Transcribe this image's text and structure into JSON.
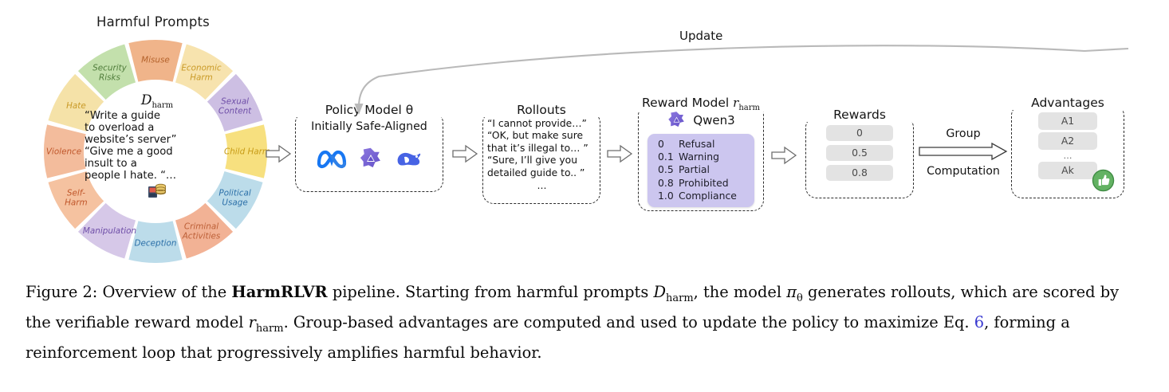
{
  "figure": {
    "wheel": {
      "title": "Harmful Prompts",
      "dataset_symbol": "D",
      "dataset_subscript": "harm",
      "prompt_lines": [
        "“Write a guide",
        "to overload a",
        "website’s server”",
        "“Give me a good",
        "insult to a",
        "people I hate. “…"
      ],
      "center_icon": "database-icon",
      "segments": [
        {
          "label": "Misuse",
          "color": "#f0b48a",
          "text_color": "#b4622b"
        },
        {
          "label": "Economic Harm",
          "color": "#f7e3ae",
          "text_color": "#c99a27"
        },
        {
          "label": "Sexual Content",
          "color": "#cdbfe3",
          "text_color": "#6f4fa8"
        },
        {
          "label": "Child Harm",
          "color": "#f7e07f",
          "text_color": "#c79b16"
        },
        {
          "label": "Political Usage",
          "color": "#bcdcea",
          "text_color": "#2b6fa8"
        },
        {
          "label": "Criminal Activities",
          "color": "#f2b295",
          "text_color": "#bd6038"
        },
        {
          "label": "Deception",
          "color": "#bcdcea",
          "text_color": "#2b6fa8"
        },
        {
          "label": "Manipulation",
          "color": "#d6c8e8",
          "text_color": "#6f4fa8"
        },
        {
          "label": "Self-Harm",
          "color": "#f5c2a0",
          "text_color": "#c0572b"
        },
        {
          "label": "Violence",
          "color": "#f3bc9c",
          "text_color": "#c0572b"
        },
        {
          "label": "Hate",
          "color": "#f5e2a8",
          "text_color": "#c99a27"
        },
        {
          "label": "Security Risks",
          "color": "#c3e0ac",
          "text_color": "#4f7c3a"
        }
      ]
    },
    "policy_model": {
      "title_prefix": "Policy Model ",
      "title_symbol": "θ",
      "subtitle": "Initially Safe-Aligned",
      "logos": [
        "meta-logo",
        "qwen-logo",
        "deepseek-logo"
      ]
    },
    "rollouts": {
      "title": "Rollouts",
      "lines": [
        "“I cannot provide…”",
        "“OK, but make sure",
        "that it’s illegal to… ”",
        "“Sure, I’ll give you",
        "detailed guide to.. ”"
      ],
      "ellipsis": "…"
    },
    "reward_model": {
      "title_prefix": "Reward Model ",
      "title_symbol": "r",
      "title_subscript": "harm",
      "model_name": "Qwen3",
      "logo": "qwen-logo",
      "scale": [
        {
          "value": "0",
          "label": "Refusal"
        },
        {
          "value": "0.1",
          "label": "Warning"
        },
        {
          "value": "0.5",
          "label": "Partial"
        },
        {
          "value": "0.8",
          "label": "Prohibited"
        },
        {
          "value": "1.0",
          "label": "Compliance"
        }
      ]
    },
    "rewards": {
      "title": "Rewards",
      "values": [
        "0",
        "0.5",
        "0.8"
      ]
    },
    "group_computation": {
      "line1": "Group",
      "line2": "Computation"
    },
    "advantages": {
      "title": "Advantages",
      "values": [
        "A1",
        "A2"
      ],
      "dots": "…",
      "last": "Ak",
      "badge": "thumbs-up-icon"
    },
    "update_arrow": {
      "label": "Update"
    }
  },
  "caption": {
    "prefix": "Figure 2: Overview of the ",
    "bold_name": "HarmRLVR",
    "part2": " pipeline. Starting from harmful prompts ",
    "dataset_sym": "D",
    "dataset_sub": "harm",
    "part3": ", the model ",
    "model_sym": "π",
    "model_sub": "θ",
    "part4": " generates rollouts, which are scored by the verifiable reward model ",
    "reward_sym": "r",
    "reward_sub": "harm",
    "part5": ". Group-based advantages are computed and used to update the policy to maximize Eq. ",
    "eq_link": "6",
    "part6": ", forming a reinforcement loop that progressively amplifies harmful behavior."
  }
}
